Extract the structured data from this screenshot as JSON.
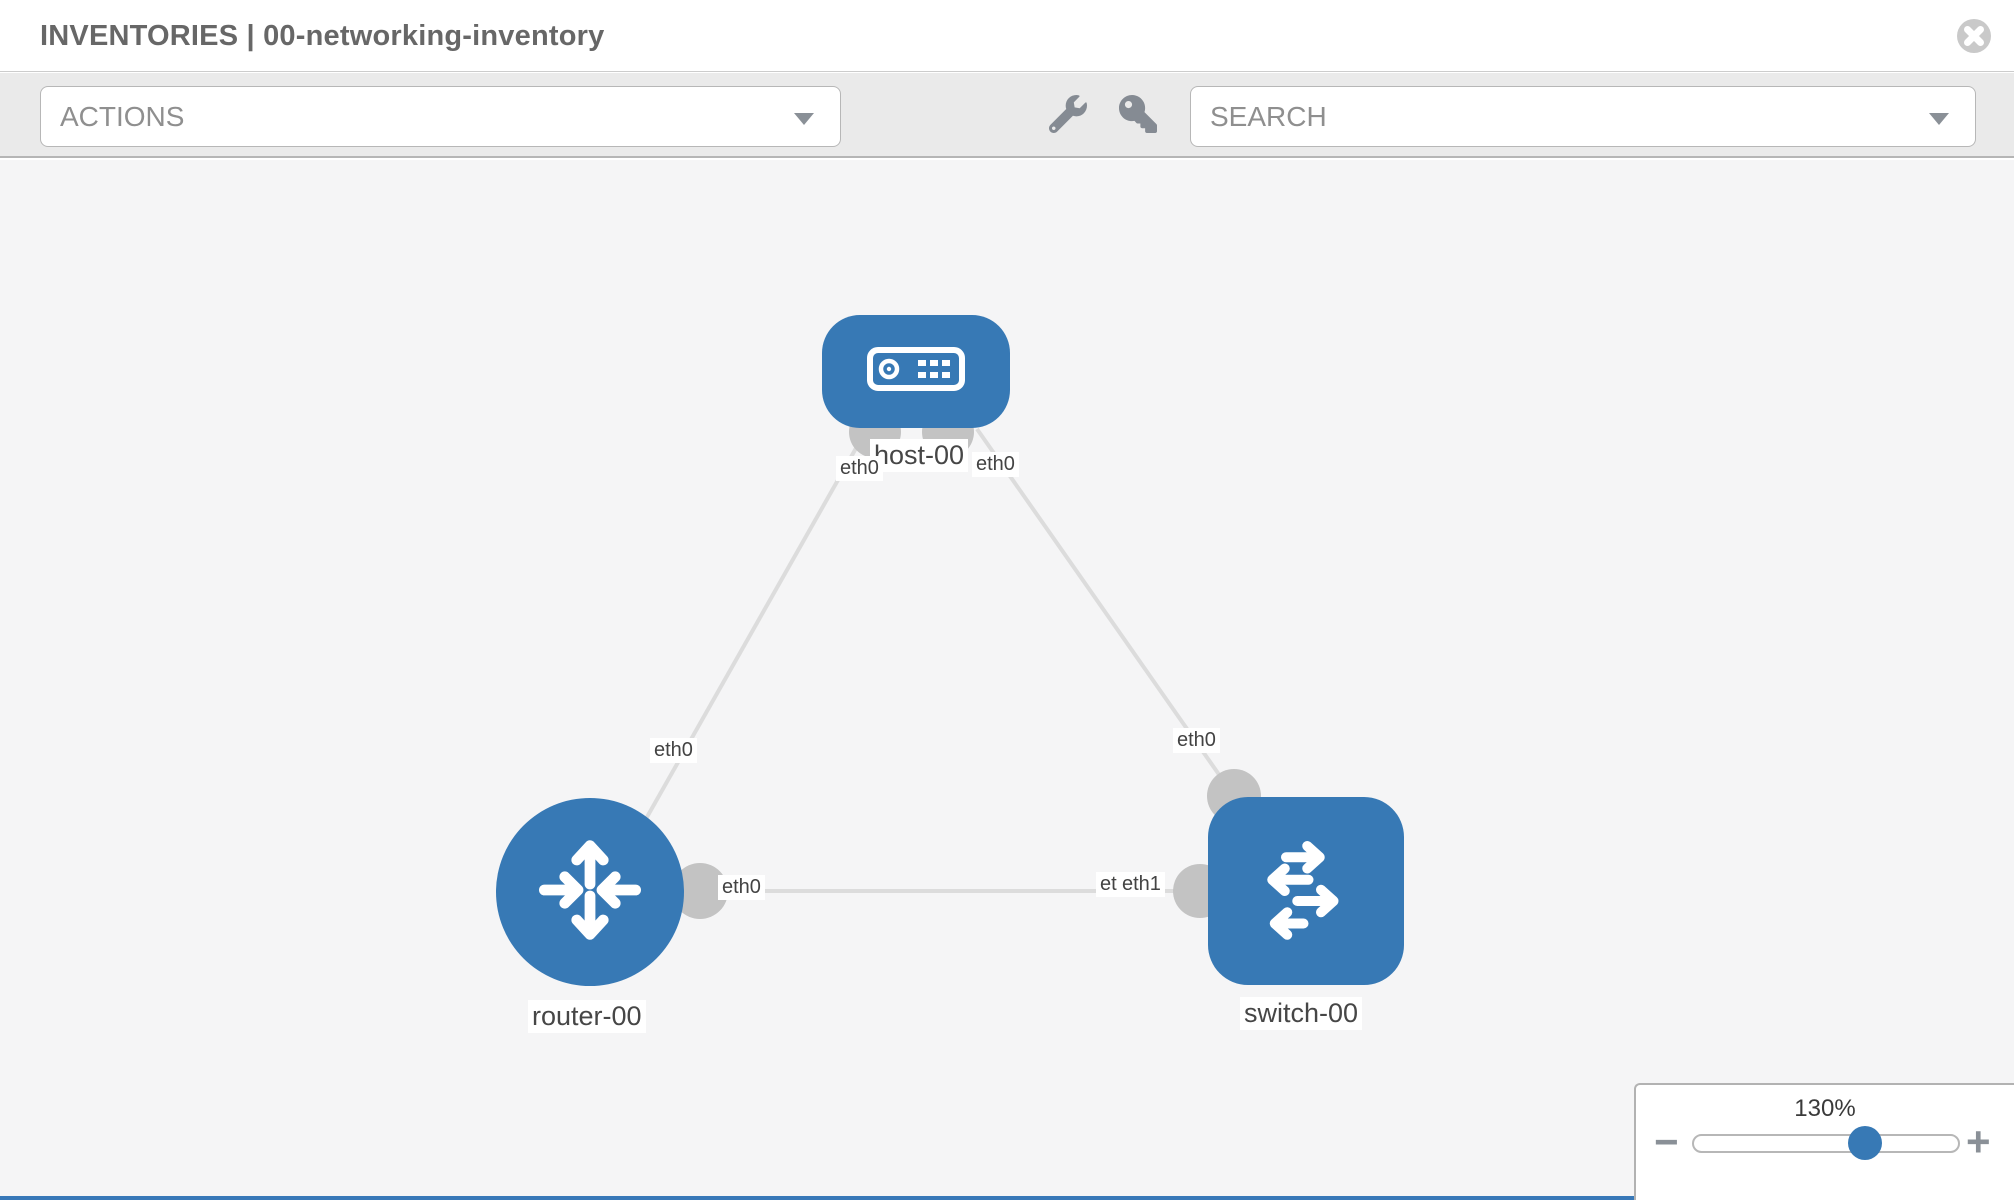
{
  "window": {
    "title": "INVENTORIES | 00-networking-inventory"
  },
  "toolbar": {
    "actions": {
      "label": "ACTIONS"
    },
    "search": {
      "placeholder": "SEARCH"
    },
    "tools": [
      {
        "icon": "wrench-icon"
      },
      {
        "icon": "key-icon"
      }
    ]
  },
  "topology": {
    "nodes": [
      {
        "label": "host-00",
        "type": "host"
      },
      {
        "label": "router-00",
        "type": "router"
      },
      {
        "label": "switch-00",
        "type": "switch"
      }
    ],
    "links": [
      {
        "from": "host-00",
        "from_interface": "eth0",
        "to": "router-00",
        "to_interface": "eth0"
      },
      {
        "from": "host-00",
        "from_interface": "eth0",
        "to": "switch-00",
        "to_interface": "eth0"
      },
      {
        "from": "router-00",
        "from_interface": "eth0",
        "to": "switch-00",
        "to_interface": "eth1"
      }
    ],
    "interface_labels": {
      "host_left": "eth0",
      "host_right": "eth0",
      "router_top": "eth0",
      "router_right": "eth0",
      "switch_top": "eth0",
      "switch_left_back": "eth0",
      "switch_left_front": "eth1"
    }
  },
  "zoom_control": {
    "level": "130%",
    "minus_label": "−",
    "plus_label": "+"
  },
  "colors": {
    "node_blue": "#3779b5",
    "link_gray": "#dcdcdc",
    "port_gray": "#c3c3c3",
    "toolbar_bg": "#eaeaea",
    "canvas_bg": "#f5f5f6",
    "accent_bar": "#3878b8"
  }
}
